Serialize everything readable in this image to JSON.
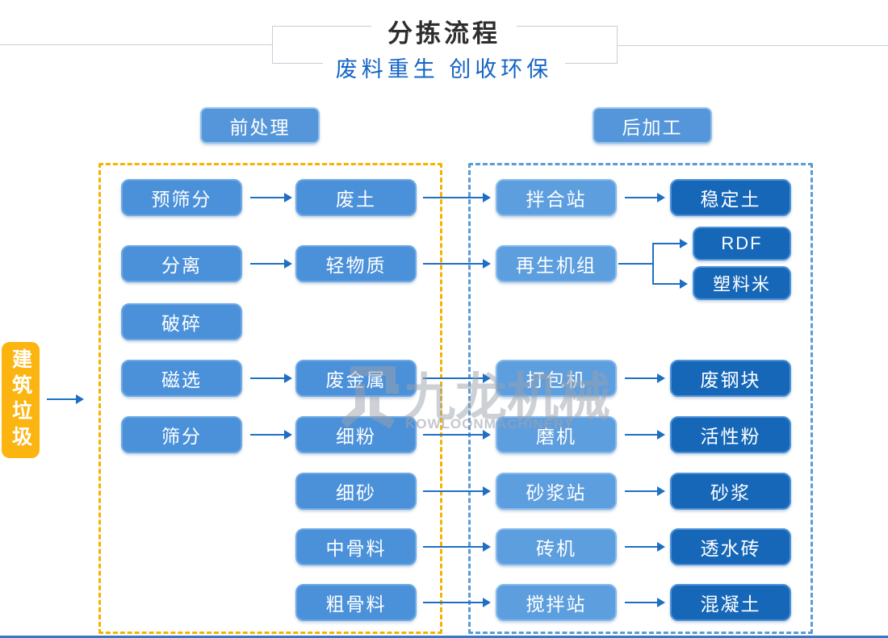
{
  "header": {
    "title": "分拣流程",
    "subtitle": "废料重生 创收环保"
  },
  "sections": {
    "pre": "前处理",
    "post": "后加工"
  },
  "source_label": "建筑垃圾",
  "flow": {
    "rows": [
      {
        "a": "预筛分",
        "b": "废土",
        "c": "拌合站",
        "d": "稳定土"
      },
      {
        "a": "分离",
        "b": "轻物质",
        "c": "再生机组",
        "d1": "RDF",
        "d2": "塑料米"
      },
      {
        "a": "破碎"
      },
      {
        "a": "磁选",
        "b": "废金属",
        "c": "打包机",
        "d": "废钢块"
      },
      {
        "a": "筛分",
        "b": "细粉",
        "c": "磨机",
        "d": "活性粉"
      },
      {
        "b": "细砂",
        "c": "砂浆站",
        "d": "砂浆"
      },
      {
        "b": "中骨料",
        "c": "砖机",
        "d": "透水砖"
      },
      {
        "b": "粗骨料",
        "c": "搅拌站",
        "d": "混凝土"
      }
    ]
  },
  "watermark": {
    "cn": "九龙机械",
    "en": "KOWLOONMACHINERY"
  },
  "colors": {
    "process_blue": "#4b91da",
    "process_blue_light": "#5d9edf",
    "output_dark_blue": "#1667b8",
    "accent_yellow": "#fbb410",
    "dashed_yellow": "#f5b301",
    "dashed_blue": "#5b9bd5",
    "arrow_blue": "#1e6fc4",
    "subtitle_blue": "#1464c4"
  }
}
